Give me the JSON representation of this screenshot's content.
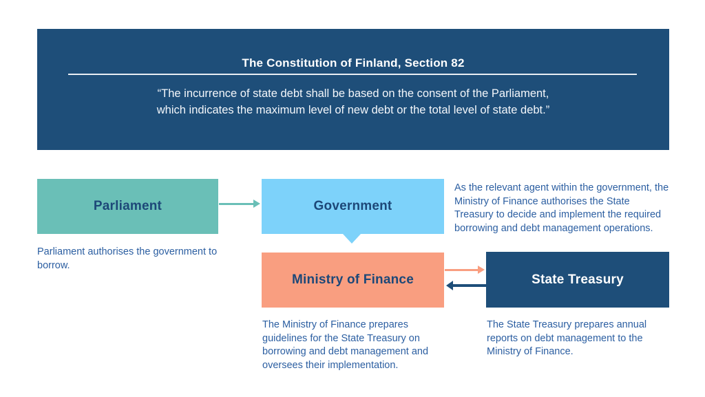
{
  "header": {
    "title": "The Constitution of Finland, Section 82",
    "quote_lines": [
      "“The incurrence of state debt shall be based on the consent of the Parliament,",
      "which indicates the maximum level of new debt or the total level of state debt.”"
    ]
  },
  "nodes": {
    "parliament": {
      "label": "Parliament",
      "color": "#6abfb7",
      "caption": "Parliament authorises the government to borrow."
    },
    "government": {
      "label": "Government",
      "color": "#7dd2fa",
      "caption": "As the relevant agent within the government, the Ministry of Finance authorises the State Treasury to decide and implement the required borrowing and debt management operations."
    },
    "ministry": {
      "label": "Ministry of Finance",
      "color": "#f99e80",
      "caption": "The Ministry of Finance prepares guidelines for the State Treasury on borrowing and debt management and oversees their implementation."
    },
    "treasury": {
      "label": "State Treasury",
      "color": "#1e4e79",
      "caption": "The State Treasury prepares annual reports on debt management to the Ministry of Finance."
    }
  },
  "colors": {
    "panel_navy": "#1e4e79",
    "teal": "#6abfb7",
    "light_blue": "#7dd2fa",
    "salmon": "#f99e80",
    "caption_text": "#2b5ea1",
    "box_label_navy": "#1d4878",
    "divider": "#e9eef4",
    "background": "#ffffff"
  }
}
